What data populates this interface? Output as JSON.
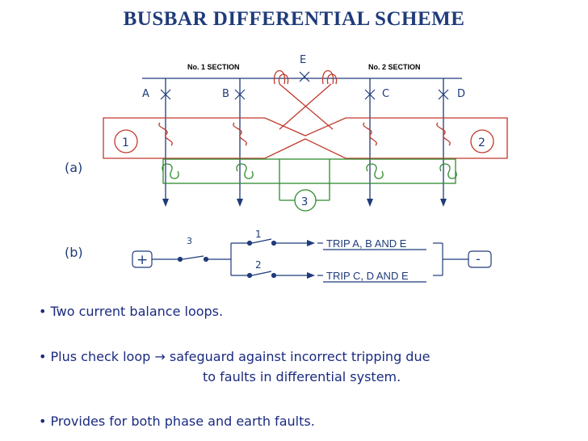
{
  "title": "BUSBAR DIFFERENTIAL SCHEME",
  "diagram": {
    "section1_label": "No. 1 SECTION",
    "section2_label": "No. 2 SECTION",
    "feeder_labels": {
      "a": "A",
      "b": "B",
      "c": "C",
      "d": "D",
      "e": "E"
    },
    "relay_labels": {
      "r1": "1",
      "r2": "2",
      "r3": "3"
    },
    "part_a_label": "(a)",
    "part_b_label": "(b)",
    "trip_circuit": {
      "plus_sign": "+",
      "minus_sign": "-",
      "contact_3": "3",
      "contact_1": "1",
      "contact_2": "2",
      "trip_1": "TRIP A, B AND E",
      "trip_2": "TRIP C, D AND E"
    },
    "colors": {
      "red_loop": "#c0392b",
      "green_loop": "#2e8b2e",
      "neutral": "#1f3b7a"
    }
  },
  "bullets": [
    "• Two current balance loops.",
    "• Plus check loop → safeguard against incorrect tripping due",
    "to faults in differential system.",
    "• Provides for both phase and earth faults."
  ]
}
